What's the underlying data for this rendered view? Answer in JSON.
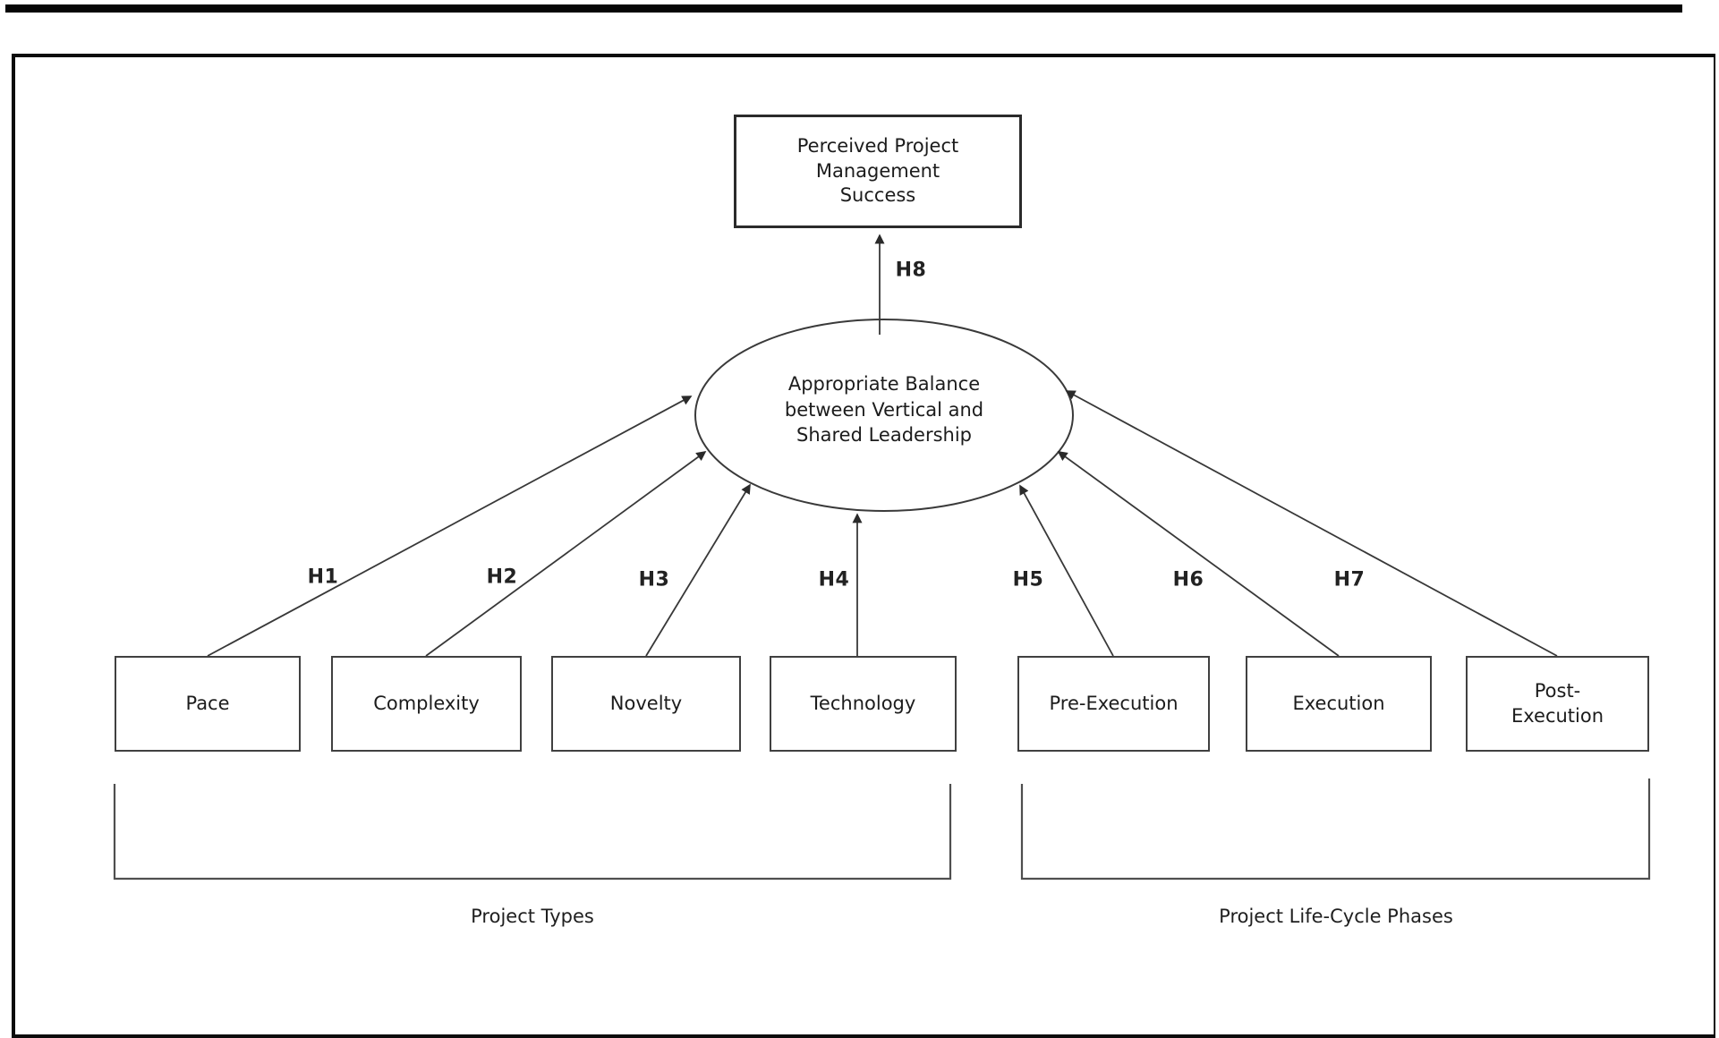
{
  "diagram": {
    "outcome": {
      "label": "Perceived Project Management Success"
    },
    "mediator": {
      "label": "Appropriate Balance between Vertical and Shared Leadership"
    },
    "outcome_link": {
      "label": "H8"
    },
    "antecedents": [
      {
        "label": "Pace",
        "hypothesis": "H1"
      },
      {
        "label": "Complexity",
        "hypothesis": "H2"
      },
      {
        "label": "Novelty",
        "hypothesis": "H3"
      },
      {
        "label": "Technology",
        "hypothesis": "H4"
      },
      {
        "label": "Pre-Execution",
        "hypothesis": "H5"
      },
      {
        "label": "Execution",
        "hypothesis": "H6"
      },
      {
        "label": "Post-Execution",
        "hypothesis": "H7"
      }
    ],
    "groups": [
      {
        "label": "Project Types"
      },
      {
        "label": "Project Life-Cycle Phases"
      }
    ],
    "colors": {
      "line": "#383838",
      "box_border": "#404040",
      "text": "#1c1c1c",
      "top_rule": "#060606",
      "frame": "#0c0c0c"
    }
  }
}
